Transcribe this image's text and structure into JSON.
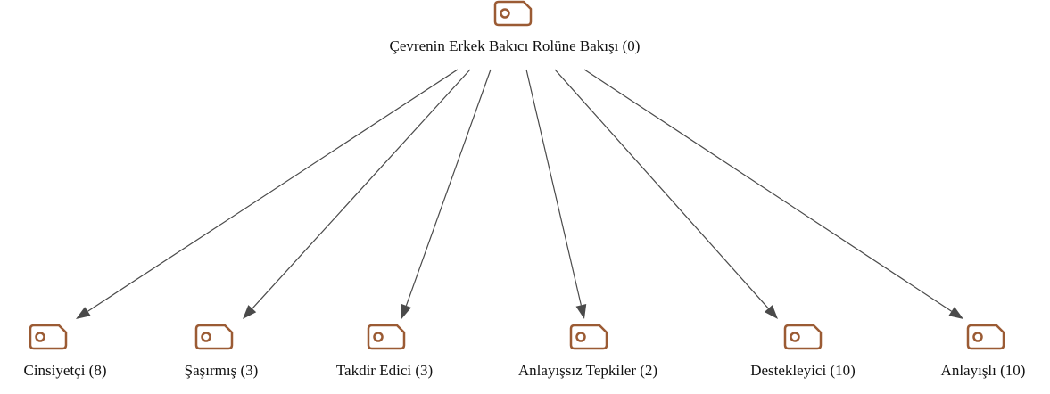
{
  "diagram": {
    "root": {
      "label": "Çevrenin Erkek Bakıcı Rolüne Bakışı (0)",
      "icon": "tag-icon",
      "icon_color": "#9b5b34"
    },
    "children": [
      {
        "label": "Cinsiyetçi (8)",
        "icon": "tag-icon"
      },
      {
        "label": "Şaşırmış (3)",
        "icon": "tag-icon"
      },
      {
        "label": "Takdir Edici (3)",
        "icon": "tag-icon"
      },
      {
        "label": "Anlayışsız Tepkiler (2)",
        "icon": "tag-icon"
      },
      {
        "label": "Destekleyici (10)",
        "icon": "tag-icon"
      },
      {
        "label": "Anlayışlı (10)",
        "icon": "tag-icon"
      }
    ],
    "edge_color": "#4a4a4a"
  }
}
